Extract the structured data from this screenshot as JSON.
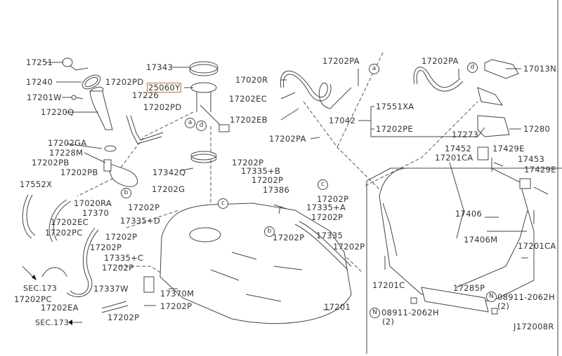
{
  "diagram_id": "J172008R",
  "highlighted_part": "25060Y",
  "accent_color": "#c8703a",
  "labels": [
    {
      "id": "p17251",
      "text": "17251"
    },
    {
      "id": "p17240",
      "text": "17240"
    },
    {
      "id": "p17201W",
      "text": "17201W"
    },
    {
      "id": "p17220Q",
      "text": "17220Q"
    },
    {
      "id": "p17202PD_a",
      "text": "17202PD"
    },
    {
      "id": "p17226",
      "text": "17226"
    },
    {
      "id": "p17202PD_b",
      "text": "17202PD"
    },
    {
      "id": "p17343",
      "text": "17343"
    },
    {
      "id": "p25060Y",
      "text": "25060Y"
    },
    {
      "id": "p17020R",
      "text": "17020R"
    },
    {
      "id": "p17202EC_a",
      "text": "17202EC"
    },
    {
      "id": "p17202EB",
      "text": "17202EB"
    },
    {
      "id": "p17202PA_a",
      "text": "17202PA"
    },
    {
      "id": "p17202PA_b",
      "text": "17202PA"
    },
    {
      "id": "p17202PA_c",
      "text": "17202PA"
    },
    {
      "id": "p17042",
      "text": "17042"
    },
    {
      "id": "p17551XA",
      "text": "17551XA"
    },
    {
      "id": "p17202PE",
      "text": "17202PE"
    },
    {
      "id": "p17013N",
      "text": "17013N"
    },
    {
      "id": "p17273",
      "text": "17273"
    },
    {
      "id": "p17280",
      "text": "17280"
    },
    {
      "id": "p17202GA",
      "text": "17202GA"
    },
    {
      "id": "p17228M",
      "text": "17228M"
    },
    {
      "id": "p17202PB_a",
      "text": "17202PB"
    },
    {
      "id": "p17202PB_b",
      "text": "17202PB"
    },
    {
      "id": "p17552X",
      "text": "17552X"
    },
    {
      "id": "p17342Q",
      "text": "17342Q"
    },
    {
      "id": "p17202G",
      "text": "17202G"
    },
    {
      "id": "p17020RA",
      "text": "17020RA"
    },
    {
      "id": "p17202P_1",
      "text": "17202P"
    },
    {
      "id": "p17370",
      "text": "17370"
    },
    {
      "id": "p17335D",
      "text": "17335+D"
    },
    {
      "id": "p17202EC_b",
      "text": "17202EC"
    },
    {
      "id": "p17202PC_a",
      "text": "17202PC"
    },
    {
      "id": "p17202P_2",
      "text": "17202P"
    },
    {
      "id": "p17202P_3",
      "text": "17202P"
    },
    {
      "id": "p17335C",
      "text": "17335+C"
    },
    {
      "id": "p17202P_4",
      "text": "17202P"
    },
    {
      "id": "p17202PC_b",
      "text": "17202PC"
    },
    {
      "id": "p17202EA",
      "text": "17202EA"
    },
    {
      "id": "p17337W",
      "text": "17337W"
    },
    {
      "id": "p17370M",
      "text": "17370M"
    },
    {
      "id": "p17202P_5",
      "text": "17202P"
    },
    {
      "id": "p17202P_6",
      "text": "17202P"
    },
    {
      "id": "p17202P_7",
      "text": "17202P"
    },
    {
      "id": "p17335B",
      "text": "17335+B"
    },
    {
      "id": "p17202P_8",
      "text": "17202P"
    },
    {
      "id": "p17386",
      "text": "17386"
    },
    {
      "id": "p17202P_9",
      "text": "17202P"
    },
    {
      "id": "p17335A",
      "text": "17335+A"
    },
    {
      "id": "p17202P_10",
      "text": "17202P"
    },
    {
      "id": "p17202P_11",
      "text": "17202P"
    },
    {
      "id": "p17335",
      "text": "17335"
    },
    {
      "id": "p17202P_12",
      "text": "17202P"
    },
    {
      "id": "p17201",
      "text": "17201"
    },
    {
      "id": "p17452",
      "text": "17452"
    },
    {
      "id": "p17429E_a",
      "text": "17429E"
    },
    {
      "id": "p17201CA_a",
      "text": "17201CA"
    },
    {
      "id": "p17453",
      "text": "17453"
    },
    {
      "id": "p17429E_b",
      "text": "17429E"
    },
    {
      "id": "p17406",
      "text": "17406"
    },
    {
      "id": "p17406M",
      "text": "17406M"
    },
    {
      "id": "p17201CA_b",
      "text": "17201CA"
    },
    {
      "id": "p17201C",
      "text": "17201C"
    },
    {
      "id": "p17285P",
      "text": "17285P"
    },
    {
      "id": "p08911_a",
      "text": "08911-2062H"
    },
    {
      "id": "p08911_b",
      "text": "08911-2062H"
    }
  ],
  "section_refs": [
    {
      "text": "SEC.173"
    },
    {
      "text": "SEC.173"
    }
  ],
  "qty": {
    "q1": "(2)",
    "q2": "(2)"
  },
  "nut_marker": "N",
  "connectors": {
    "a": "a",
    "b": "b",
    "c": "c",
    "d": "d"
  }
}
